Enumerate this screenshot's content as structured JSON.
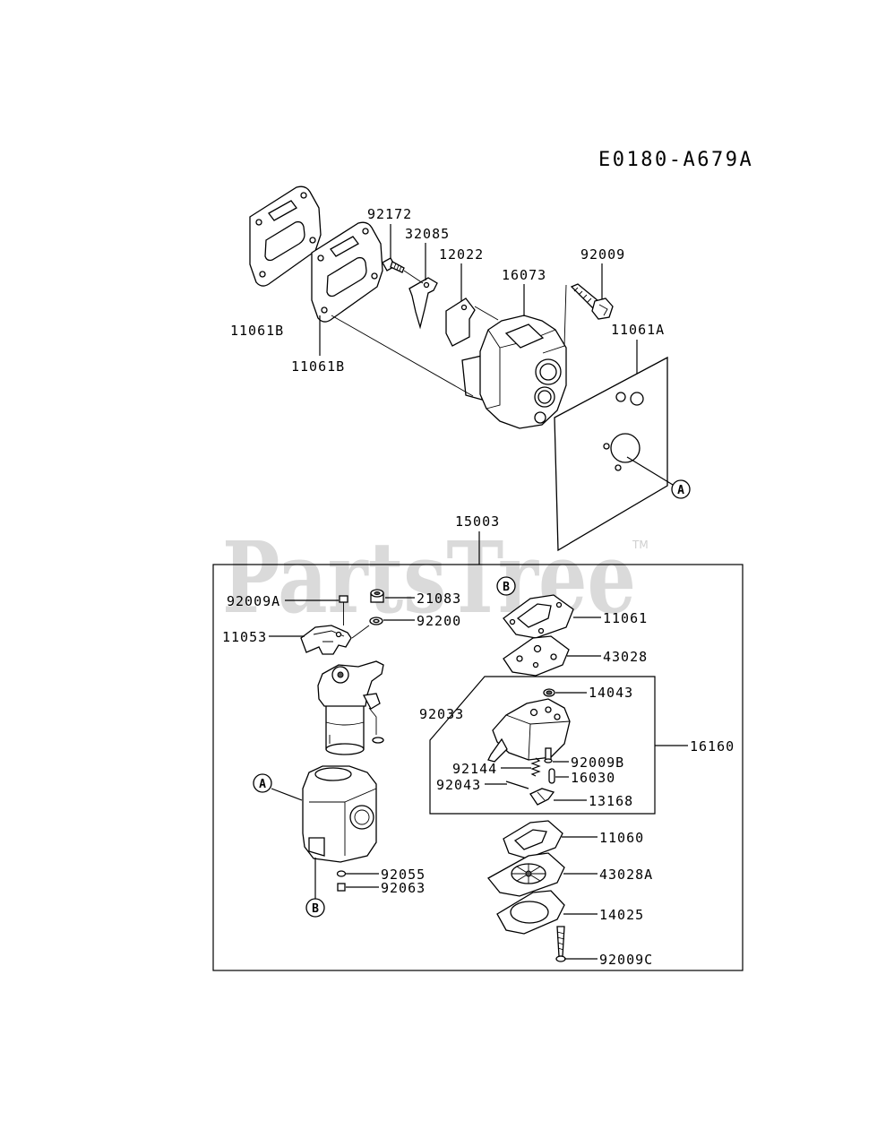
{
  "diagram": {
    "code": "E0180-A679A",
    "watermark": {
      "text": "PartsTree",
      "tm": "TM"
    },
    "upper": {
      "p92172": "92172",
      "p32085": "32085",
      "p12022": "12022",
      "p16073": "16073",
      "p92009": "92009",
      "p11061B_a": "11061B",
      "p11061B_b": "11061B",
      "p11061A": "11061A",
      "callout_a": "A"
    },
    "assembly": {
      "p15003": "15003",
      "p92009A": "92009A",
      "p21083": "21083",
      "p92200": "92200",
      "p11053": "11053",
      "callout_b_top": "B",
      "p11061": "11061",
      "p43028": "43028",
      "p14043": "14043",
      "p92033": "92033",
      "p16160": "16160",
      "p92009B": "92009B",
      "p92144": "92144",
      "p16030": "16030",
      "p92043": "92043",
      "p13168": "13168",
      "callout_a": "A",
      "p11060": "11060",
      "p43028A": "43028A",
      "p92055": "92055",
      "p92063": "92063",
      "callout_b_bottom": "B",
      "p14025": "14025",
      "p92009C": "92009C"
    }
  }
}
